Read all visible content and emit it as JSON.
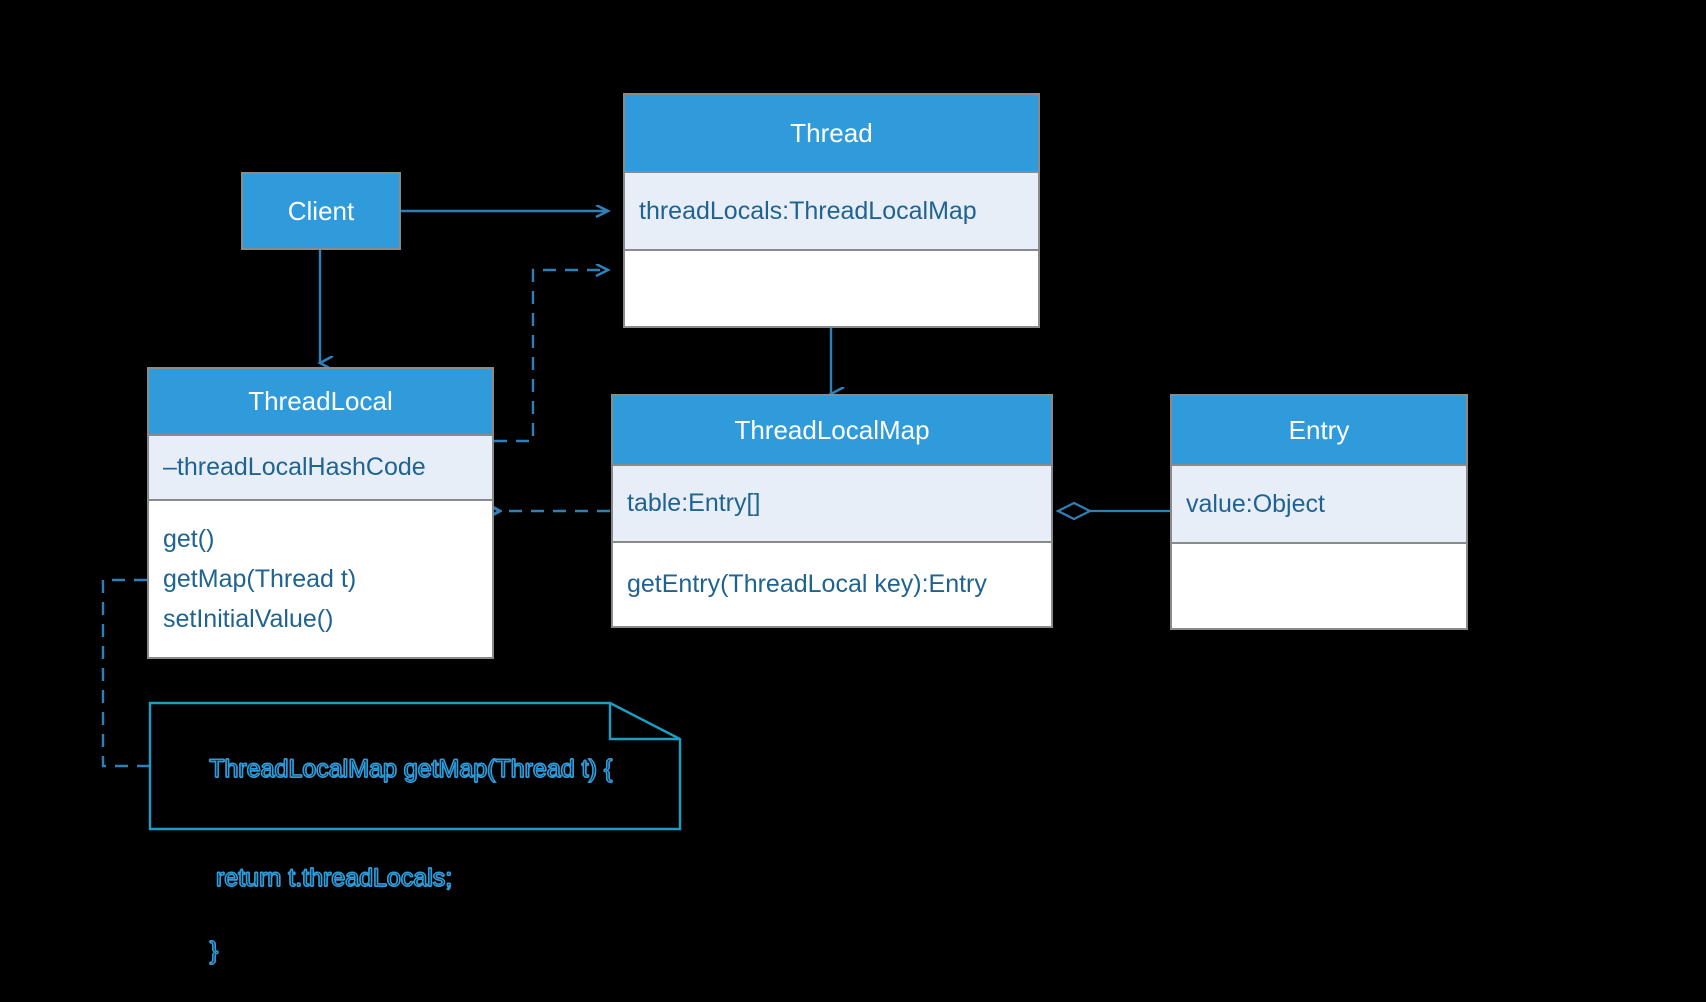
{
  "diagram": {
    "title": "ThreadLocal UML class diagram",
    "background_color": "#000000",
    "header_color": "#2f9bdb",
    "attr_color": "#e8eef8",
    "body_color": "#ffffff",
    "border_color": "#8a8a8a",
    "text_color": "#1f6391",
    "line_color": "#2f7fb8",
    "note_color": "#2f9bdb"
  },
  "classes": {
    "client": {
      "name": "Client",
      "attributes": [],
      "operations": []
    },
    "thread": {
      "name": "Thread",
      "attributes": [
        "threadLocals:ThreadLocalMap"
      ],
      "operations": []
    },
    "threadlocal": {
      "name": "ThreadLocal",
      "attributes": [
        "–threadLocalHashCode"
      ],
      "operations": [
        "get()",
        "getMap(Thread t)",
        "setInitialValue()"
      ]
    },
    "threadlocalmap": {
      "name": "ThreadLocalMap",
      "attributes": [
        "table:Entry[]"
      ],
      "operations": [
        "getEntry(ThreadLocal key):Entry"
      ]
    },
    "entry": {
      "name": "Entry",
      "attributes": [
        "value:Object"
      ],
      "operations": []
    }
  },
  "note": {
    "lines": [
      "ThreadLocalMap getMap(Thread t) {",
      "return t.threadLocals;",
      "}"
    ],
    "attached_to": "getMap(Thread t)"
  },
  "relationships": [
    {
      "id": "client-to-thread",
      "from": "Client",
      "to": "Thread",
      "type": "association-arrow",
      "style": "solid"
    },
    {
      "id": "client-to-threadlocal",
      "from": "Client",
      "to": "ThreadLocal",
      "type": "association-arrow",
      "style": "solid"
    },
    {
      "id": "threadlocal-to-thread",
      "from": "ThreadLocal",
      "to": "Thread",
      "type": "dependency",
      "style": "dashed"
    },
    {
      "id": "thread-to-threadlocalmap",
      "from": "Thread",
      "to": "ThreadLocalMap",
      "type": "association-arrow",
      "style": "solid"
    },
    {
      "id": "threadlocalmap-to-threadlocal",
      "from": "ThreadLocalMap",
      "to": "ThreadLocal",
      "type": "dependency",
      "style": "dashed"
    },
    {
      "id": "entry-to-threadlocalmap",
      "from": "Entry",
      "to": "ThreadLocalMap",
      "type": "aggregation",
      "style": "solid"
    },
    {
      "id": "note-to-getmap",
      "from": "note",
      "to": "getMap(Thread t)",
      "type": "note-link",
      "style": "dashed"
    }
  ]
}
